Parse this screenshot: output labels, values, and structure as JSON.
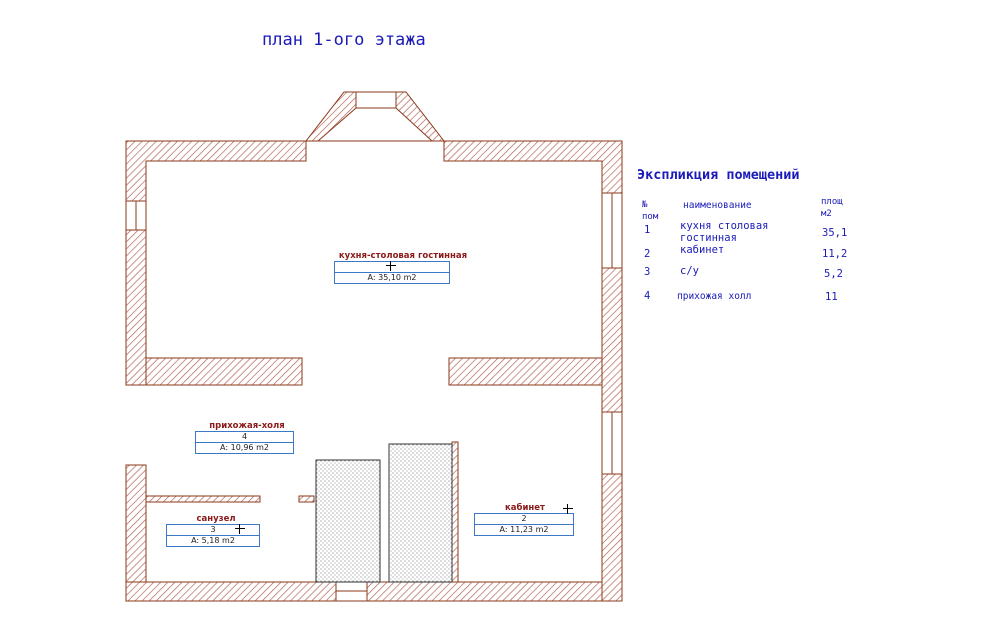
{
  "plan": {
    "title": "план 1-ого этажа",
    "wall_color": "#8b3a1a",
    "hatch_color": "#b05a4a",
    "rooms": [
      {
        "name": "кухня-столовая гостинная",
        "number": "",
        "area": "A: 35,10 m2"
      },
      {
        "name": "прихожая-холя",
        "number": "4",
        "area": "A: 10,96 m2"
      },
      {
        "name": "санузел",
        "number": "3",
        "area": "A: 5,18 m2"
      },
      {
        "name": "кабинет",
        "number": "2",
        "area": "A: 11,23 m2"
      }
    ]
  },
  "legend": {
    "title": "Экспликция помещений",
    "col_num": "№",
    "col_num_2": "пом",
    "col_name": "наименование",
    "col_area": "площ",
    "col_area_2": "м2",
    "rows": [
      {
        "num": "1",
        "name": "кухня столовая",
        "name_2": "гостинная",
        "area": "35,1"
      },
      {
        "num": "2",
        "name": "кабинет",
        "area": "11,2"
      },
      {
        "num": "3",
        "name": "с/у",
        "area": "5,2"
      },
      {
        "num": "4",
        "name": "прихожая холл",
        "area": "11"
      }
    ]
  }
}
